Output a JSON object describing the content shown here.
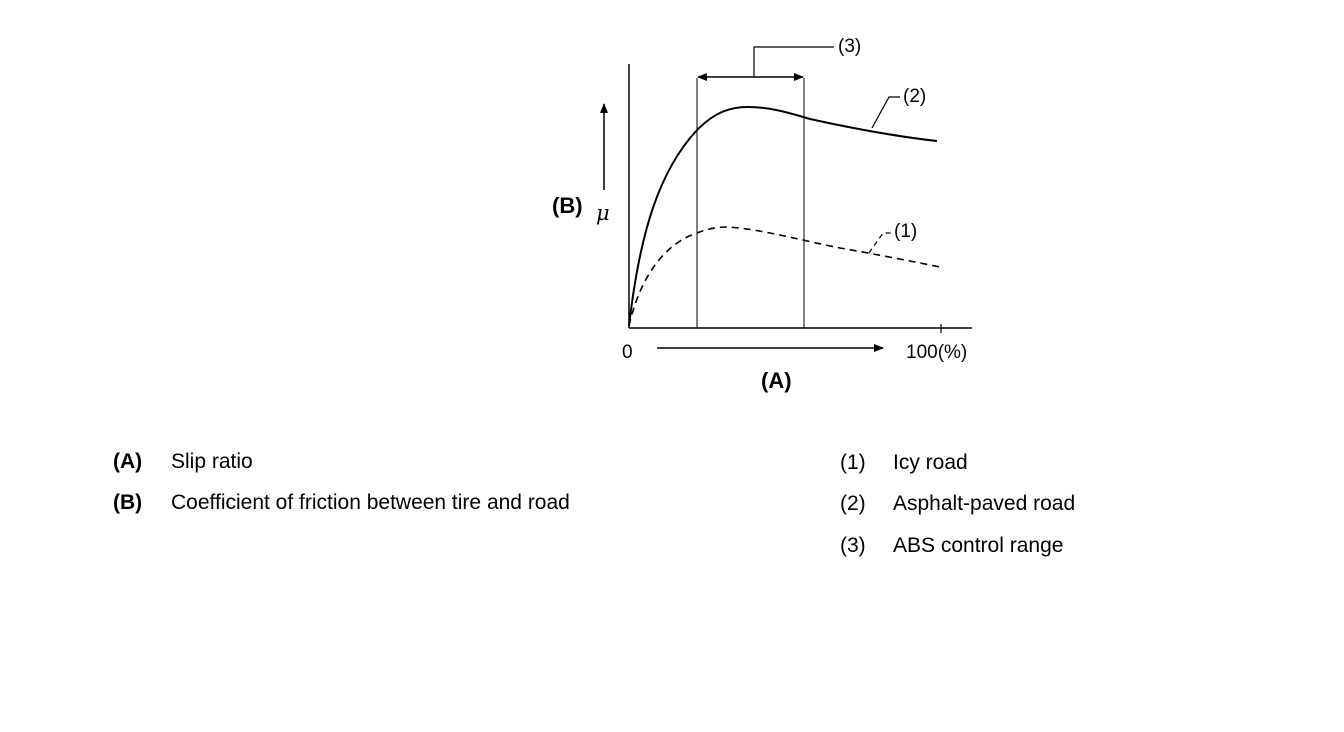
{
  "chart": {
    "y_axis_label": "(B)",
    "y_axis_symbol": "μ",
    "x_axis_label": "(A)",
    "x_tick_start": "0",
    "x_tick_end": "100(%)",
    "callout_1": "(1)",
    "callout_2": "(2)",
    "callout_3": "(3)"
  },
  "legend": {
    "left": [
      {
        "key": "(A)",
        "text": "Slip ratio"
      },
      {
        "key": "(B)",
        "text": "Coefficient of friction between tire and road"
      }
    ],
    "right": [
      {
        "key": "(1)",
        "text": "Icy road"
      },
      {
        "key": "(2)",
        "text": "Asphalt-paved road"
      },
      {
        "key": "(3)",
        "text": "ABS control range"
      }
    ]
  }
}
